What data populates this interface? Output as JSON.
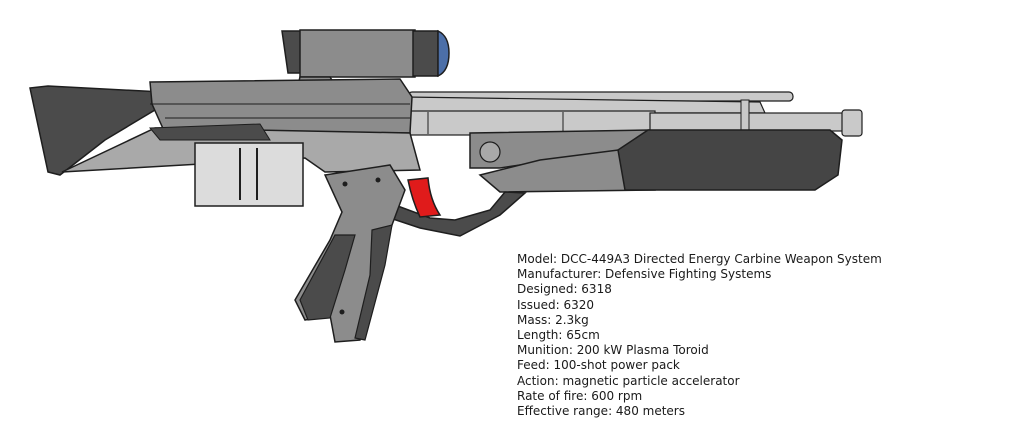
{
  "colors": {
    "outline": "#1e1e1e",
    "stock_dark": "#4b4b4b",
    "body_mid": "#8c8c8c",
    "body_light": "#a9a9a9",
    "barrel_light": "#c9c9c9",
    "magazine_fill": "#dcdcdc",
    "handguard_dark": "#454545",
    "trigger_red": "#e01b1b",
    "scope_lens_blue": "#4c6fa8"
  },
  "illustration": {
    "components": [
      "stock",
      "receiver",
      "scope",
      "barrel",
      "handguard",
      "magazine",
      "pistol-grip",
      "trigger",
      "trigger-guard"
    ]
  },
  "specs": [
    {
      "label": "Model",
      "value": "DCC-449A3 Directed Energy Carbine Weapon System"
    },
    {
      "label": "Manufacturer",
      "value": "Defensive Fighting Systems"
    },
    {
      "label": "Designed",
      "value": "6318"
    },
    {
      "label": "Issued",
      "value": "6320"
    },
    {
      "label": "Mass",
      "value": "2.3kg"
    },
    {
      "label": "Length",
      "value": "65cm"
    },
    {
      "label": "Munition",
      "value": "200 kW Plasma Toroid"
    },
    {
      "label": "Feed",
      "value": "100-shot power pack"
    },
    {
      "label": "Action",
      "value": "magnetic particle accelerator"
    },
    {
      "label": "Rate of fire",
      "value": "600 rpm"
    },
    {
      "label": "Effective range",
      "value": "480 meters"
    }
  ]
}
